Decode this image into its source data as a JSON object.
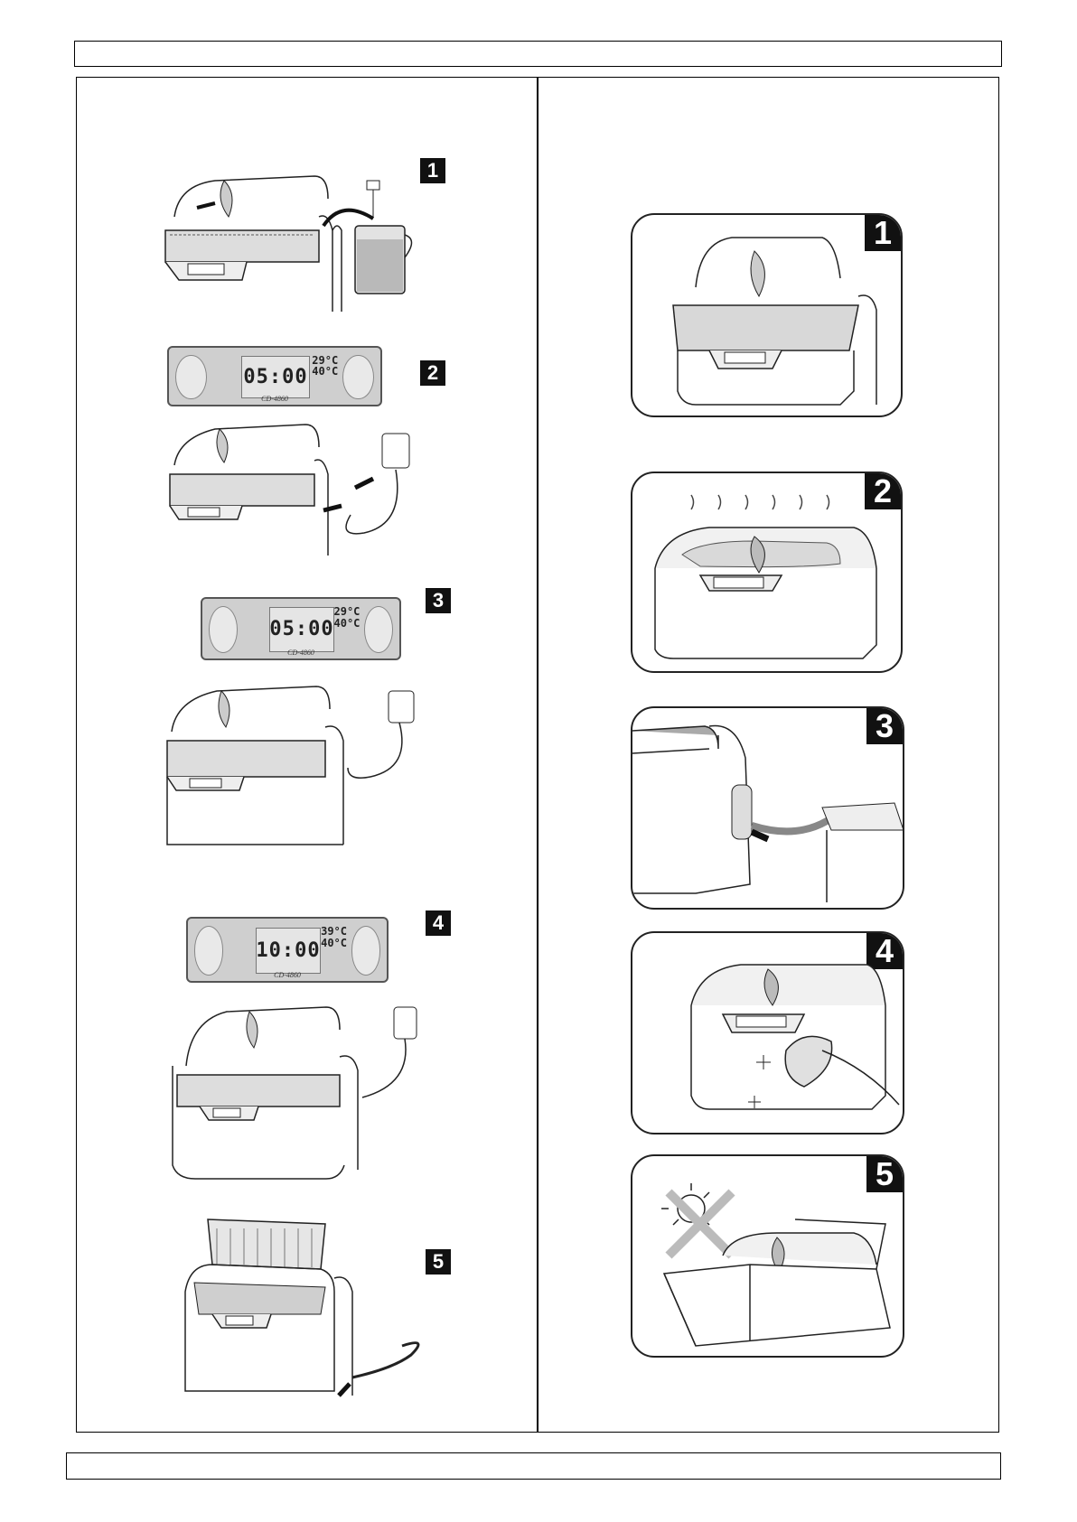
{
  "left_column": {
    "steps": [
      {
        "badge": "1"
      },
      {
        "badge": "2",
        "display": {
          "time": "05:00",
          "temp_top": "29°C",
          "temp_bottom": "40°C",
          "model": "CD-4860"
        }
      },
      {
        "badge": "3",
        "display": {
          "time": "05:00",
          "temp_top": "29°C",
          "temp_bottom": "40°C",
          "model": "CD-4860"
        }
      },
      {
        "badge": "4",
        "display": {
          "time": "10:00",
          "temp_top": "39°C",
          "temp_bottom": "40°C",
          "model": "CD-4860"
        }
      },
      {
        "badge": "5"
      }
    ]
  },
  "right_column": {
    "steps": [
      {
        "badge": "1"
      },
      {
        "badge": "2"
      },
      {
        "badge": "3"
      },
      {
        "badge": "4"
      },
      {
        "badge": "5"
      }
    ]
  }
}
